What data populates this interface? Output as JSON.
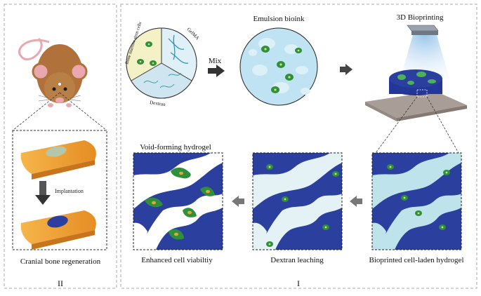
{
  "panels": {
    "left_numeral": "II",
    "right_numeral": "I"
  },
  "left": {
    "caption": "Cranial bone regeneration",
    "implant_label": "Implantation"
  },
  "top": {
    "pie_labels": {
      "cells": "Bone marrow stem cells",
      "gelma": "GelMA",
      "dextran": "Dextran"
    },
    "mix_label": "Mix",
    "emulsion_title": "Emulsion bioink",
    "printing_title": "3D Bioprinting"
  },
  "bottom": {
    "void_title": "Void-forming hydrogel",
    "caption_enhanced": "Enhanced cell viabiltiy",
    "caption_leaching": "Dextran leaching",
    "caption_bioprinted": "Bioprinted cell-laden hydrogel"
  },
  "colors": {
    "hydrogel_blue": "#2a3f9e",
    "dextran_light": "#cfeaf0",
    "cell_green": "#2f8f3a",
    "mouse_brown": "#b0713a",
    "slab_orange": "#f0a23a",
    "panel_line": "#999999"
  }
}
